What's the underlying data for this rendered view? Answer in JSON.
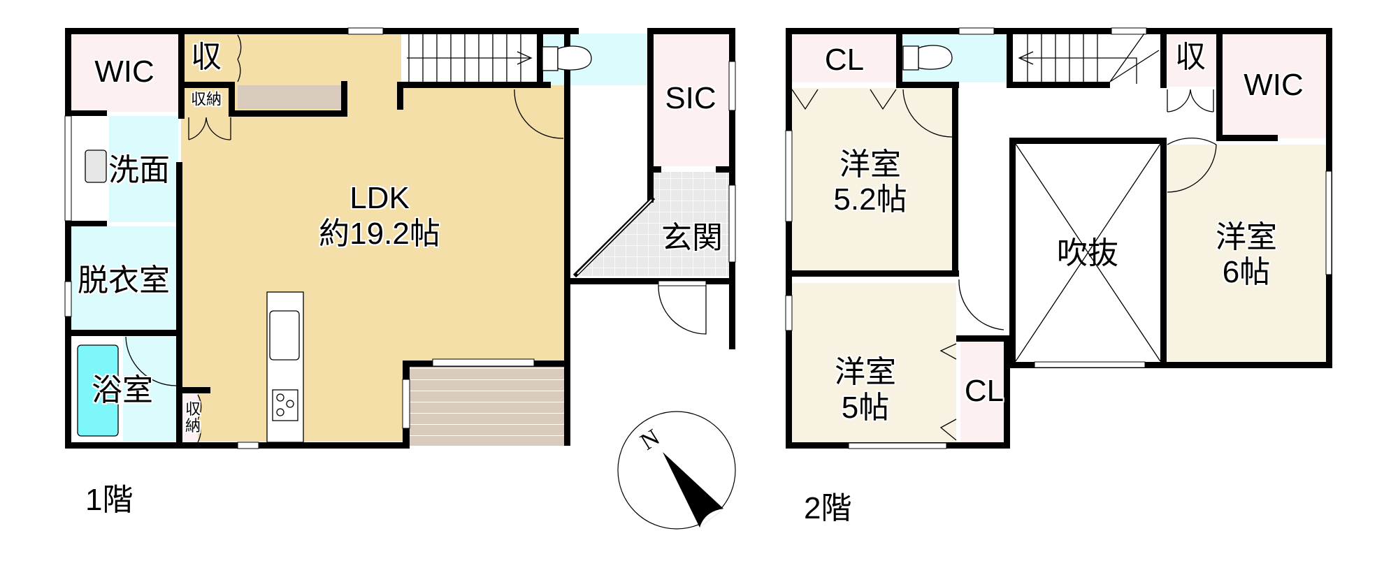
{
  "floors": [
    {
      "label": "1階",
      "rooms": [
        {
          "id": "wic-1f",
          "name": "WIC"
        },
        {
          "id": "storage-1f-top",
          "name": "収"
        },
        {
          "id": "storage-1f-small",
          "name": "収納"
        },
        {
          "id": "washroom",
          "name": "洗面"
        },
        {
          "id": "dressing-room",
          "name": "脱衣室"
        },
        {
          "id": "bathroom",
          "name": "浴室"
        },
        {
          "id": "storage-1f-bottom",
          "name": "収納"
        },
        {
          "id": "ldk",
          "name": "LDK",
          "area": "約19.2帖"
        },
        {
          "id": "sic",
          "name": "SIC"
        },
        {
          "id": "entrance",
          "name": "玄関"
        }
      ]
    },
    {
      "label": "2階",
      "rooms": [
        {
          "id": "cl-2f-top",
          "name": "CL"
        },
        {
          "id": "western-room-52",
          "name": "洋室",
          "area": "5.2帖"
        },
        {
          "id": "western-room-5",
          "name": "洋室",
          "area": "5帖"
        },
        {
          "id": "cl-2f-bottom",
          "name": "CL"
        },
        {
          "id": "void",
          "name": "吹抜"
        },
        {
          "id": "storage-2f",
          "name": "収"
        },
        {
          "id": "wic-2f",
          "name": "WIC"
        },
        {
          "id": "western-room-6",
          "name": "洋室",
          "area": "6帖"
        }
      ]
    }
  ],
  "compass": {
    "label": "N",
    "rotation_deg": -32
  },
  "colors": {
    "ldk": "#f5dfa8",
    "closet": "#fdf0f0",
    "water": "#dcfbfd",
    "bathtub": "#7ef7fb",
    "western": "#f8f2e2",
    "entrance_tile": "#e8e8e8",
    "deck": "#d8cbbd",
    "wall": "#000000"
  }
}
